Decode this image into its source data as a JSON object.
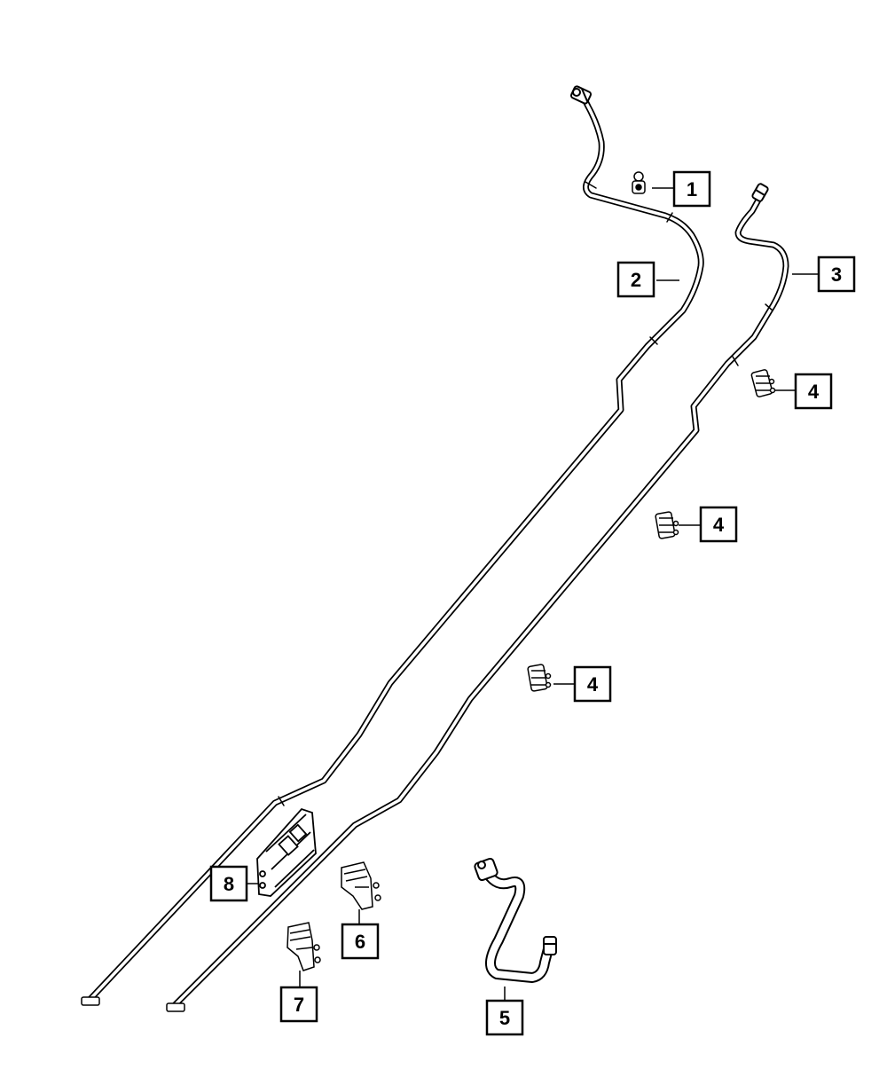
{
  "diagram": {
    "callouts": [
      {
        "id": "c1",
        "number": "1"
      },
      {
        "id": "c2",
        "number": "2"
      },
      {
        "id": "c3",
        "number": "3"
      },
      {
        "id": "c4a",
        "number": "4"
      },
      {
        "id": "c4b",
        "number": "4"
      },
      {
        "id": "c4c",
        "number": "4"
      },
      {
        "id": "c5",
        "number": "5"
      },
      {
        "id": "c6",
        "number": "6"
      },
      {
        "id": "c7",
        "number": "7"
      },
      {
        "id": "c8",
        "number": "8"
      }
    ],
    "colors": {
      "line": "#000000",
      "fill": "#ffffff"
    }
  }
}
